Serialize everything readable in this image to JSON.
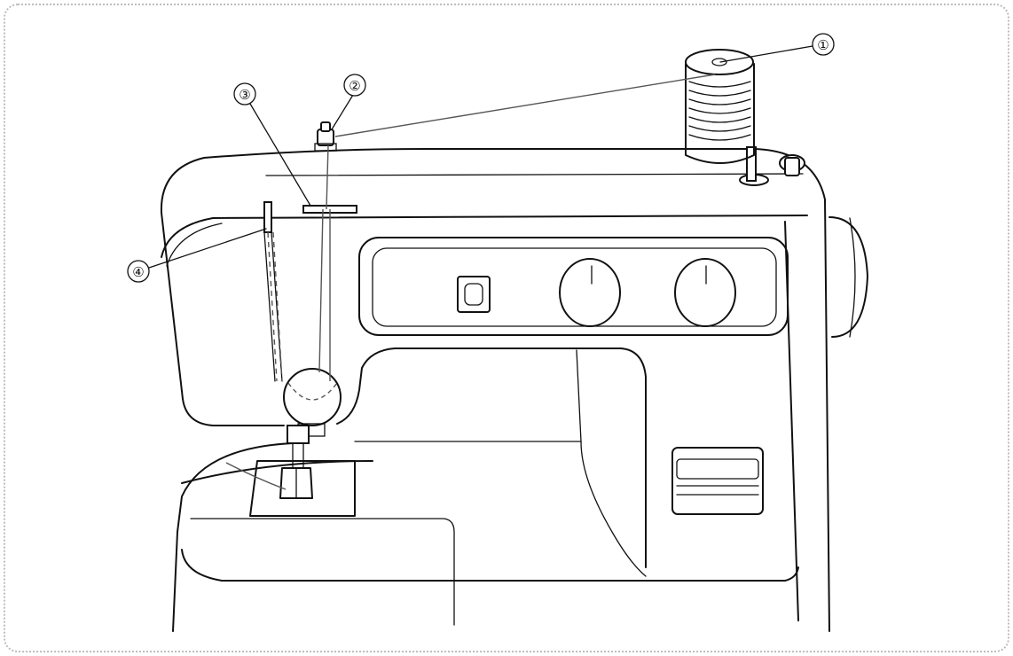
{
  "colors": {
    "line": "#111111",
    "thread": "#555555",
    "frame_border": "#bdbdbd",
    "background": "#ffffff"
  },
  "callouts": [
    {
      "id": "1",
      "label": "①",
      "part": "spool"
    },
    {
      "id": "2",
      "label": "②",
      "part": "thread-guide"
    },
    {
      "id": "3",
      "label": "③",
      "part": "thread-guide-plate"
    },
    {
      "id": "4",
      "label": "④",
      "part": "thread-take-up-lever"
    }
  ]
}
